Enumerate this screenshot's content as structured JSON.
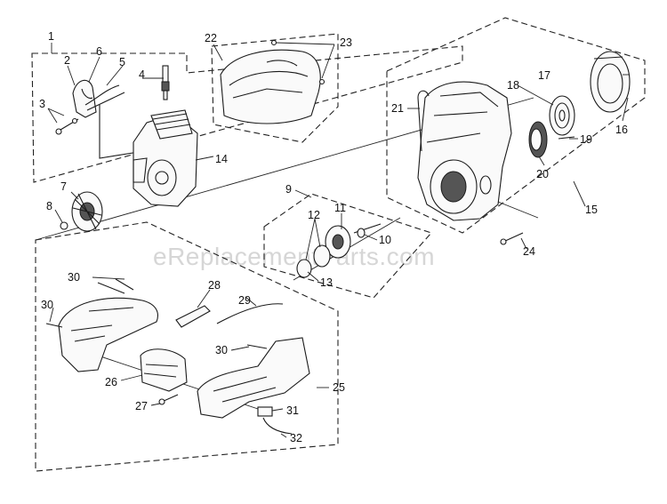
{
  "watermark": "eReplacementParts.com",
  "callouts": {
    "c1": "1",
    "c2": "2",
    "c3": "3",
    "c4": "4",
    "c5": "5",
    "c6": "6",
    "c7": "7",
    "c8": "8",
    "c9": "9",
    "c10": "10",
    "c11": "11",
    "c12": "12",
    "c13": "13",
    "c14": "14",
    "c15": "15",
    "c16": "16",
    "c17": "17",
    "c18": "18",
    "c19": "19",
    "c20": "20",
    "c21": "21",
    "c22": "22",
    "c23": "23",
    "c24": "24",
    "c25": "25",
    "c26": "26",
    "c27": "27",
    "c28": "28",
    "c29": "29",
    "c30a": "30",
    "c30b": "30",
    "c30c": "30",
    "c31": "31",
    "c32": "32"
  }
}
